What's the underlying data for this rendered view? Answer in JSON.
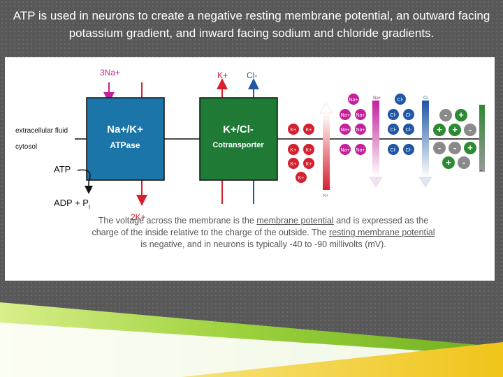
{
  "slide": {
    "title": "ATP is used in neurons to create a negative resting membrane potential, an outward facing potassium gradient, and inward facing sodium and chloride gradients."
  },
  "diagram": {
    "membrane_labels": {
      "outside": "extracellular fluid",
      "inside": "cytosol"
    },
    "pump": {
      "name_top": "Na+/K+",
      "name_sub": "ATPase",
      "out_label": "3Na+",
      "in_label": "2K+",
      "atp": "ATP",
      "adp": "ADP + P",
      "adp_sub": "i"
    },
    "cotransporter": {
      "name_top": "K+/Cl-",
      "name_sub": "Cotransporter",
      "k_label": "K+",
      "cl_label": "Cl-"
    },
    "ions": {
      "k": "K+",
      "na": "Na+",
      "cl": "Cl-",
      "plus": "+",
      "minus": "-"
    },
    "gradient_labels": {
      "k": "K+",
      "na": "Na+",
      "cl": "Cl-",
      "plus": "+",
      "minus": "-"
    },
    "caption": {
      "line1_a": "The voltage across the membrane is the ",
      "line1_link": "membrane potential",
      "line1_b": " and is expressed as the",
      "line2_a": "charge of the inside relative to the charge of the outside. The ",
      "line2_link": "resting membrane potential",
      "line3": "is negative, and in neurons is typically -40 to -90 millivolts (mV)."
    },
    "colors": {
      "pump": "#1b75a9",
      "cotransporter": "#1e7a35",
      "potassium": "#d7202f",
      "sodium": "#c4219b",
      "chloride": "#1f56a5",
      "positive": "#2d8a33",
      "negative": "#8a8a8a"
    }
  }
}
